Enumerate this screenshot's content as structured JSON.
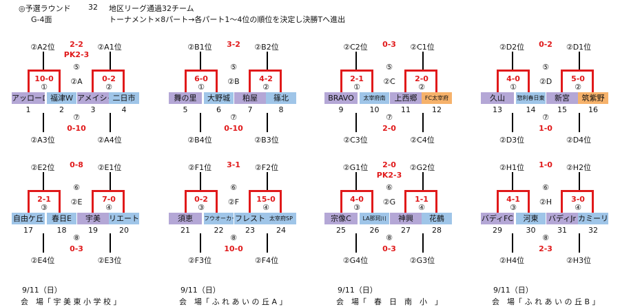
{
  "header": {
    "round_label": "◎予選ラウンド",
    "team_count": "32",
    "league_note": "地区リーグ通過32チーム",
    "court": "G-4面",
    "tournament_note": "トーナメント×8パート→各パート1～4位の順位を決定し決勝Tへ進出"
  },
  "groups": [
    {
      "code": "A",
      "top_left": "②A2位",
      "top_right": "②A1位",
      "bottom_left": "②A3位",
      "bottom_right": "②A4位",
      "score1": "10-0",
      "score2": "0-2",
      "score5": "2-2",
      "score5b": "PK2-3",
      "score7": "0-10",
      "m1": "①",
      "m2": "②",
      "m5": "⑤",
      "m7": "⑦",
      "center": "②A",
      "teams": [
        "アッローロ",
        "福津Ｗ",
        "アメイシャ",
        "二日市"
      ],
      "nums": [
        "1",
        "2",
        "3",
        "4"
      ]
    },
    {
      "code": "B",
      "top_left": "②B1位",
      "top_right": "②B2位",
      "bottom_left": "②B4位",
      "bottom_right": "②B3位",
      "score1": "6-0",
      "score2": "4-2",
      "score5": "3-2",
      "score5b": "",
      "score7": "0-10",
      "m1": "①",
      "m2": "②",
      "m5": "⑤",
      "m7": "⑦",
      "center": "②B",
      "teams": [
        "舞の里",
        "大野城",
        "粕屋",
        "篠北"
      ],
      "nums": [
        "5",
        "6",
        "7",
        "8"
      ]
    },
    {
      "code": "C",
      "top_left": "②C2位",
      "top_right": "②C1位",
      "bottom_left": "②C3位",
      "bottom_right": "②C4位",
      "score1": "2-1",
      "score2": "2-0",
      "score5": "0-3",
      "score5b": "",
      "score7": "2-0",
      "m1": "①",
      "m2": "②",
      "m5": "⑤",
      "m7": "⑦",
      "center": "②C",
      "teams": [
        "BRAVO",
        "太宰府南",
        "上西郷",
        "FC太宰府"
      ],
      "nums": [
        "9",
        "10",
        "11",
        "12"
      ]
    },
    {
      "code": "D",
      "top_left": "②D2位",
      "top_right": "②D1位",
      "bottom_left": "②D3位",
      "bottom_right": "②D4位",
      "score1": "4-0",
      "score2": "5-0",
      "score5": "0-2",
      "score5b": "",
      "score7": "1-0",
      "m1": "①",
      "m2": "②",
      "m5": "⑤",
      "m7": "⑦",
      "center": "②D",
      "teams": [
        "久山",
        "惣利春日東",
        "新宮",
        "筑紫野"
      ],
      "nums": [
        "13",
        "14",
        "15",
        "16"
      ]
    },
    {
      "code": "E",
      "top_left": "②E2位",
      "top_right": "②E1位",
      "bottom_left": "②E4位",
      "bottom_right": "②E3位",
      "score1": "2-1",
      "score2": "7-0",
      "score5": "0-8",
      "score5b": "",
      "score7": "0-3",
      "m1": "③",
      "m2": "④",
      "m5": "⑥",
      "m7": "⑧",
      "center": "②E",
      "teams": [
        "自由ケ丘",
        "春日E",
        "宇美",
        "リエート"
      ],
      "nums": [
        "17",
        "18",
        "19",
        "20"
      ]
    },
    {
      "code": "F",
      "top_left": "②F1位",
      "top_right": "②F2位",
      "bottom_left": "②F3位",
      "bottom_right": "②F4位",
      "score1": "0-2",
      "score2": "15-0",
      "score5": "3-1",
      "score5b": "",
      "score7": "10-0",
      "m1": "③",
      "m2": "④",
      "m5": "⑥",
      "m7": "⑧",
      "center": "②F",
      "teams": [
        "須恵",
        "フウオーカーナ",
        "フレスト",
        "太宰府SP"
      ],
      "nums": [
        "21",
        "22",
        "23",
        "24"
      ]
    },
    {
      "code": "G",
      "top_left": "②G1位",
      "top_right": "②G2位",
      "bottom_left": "②G4位",
      "bottom_right": "②G3位",
      "score1": "4-0",
      "score2": "1-1",
      "score5": "2-0",
      "score5b": "PK2-3",
      "score7": "0-3",
      "m1": "③",
      "m2": "④",
      "m5": "⑥",
      "m7": "⑧",
      "center": "②G",
      "teams": [
        "宗像C",
        "LA那珂川",
        "神興",
        "花鶴"
      ],
      "nums": [
        "25",
        "26",
        "27",
        "28"
      ]
    },
    {
      "code": "H",
      "top_left": "②H1位",
      "top_right": "②H2位",
      "bottom_left": "②H4位",
      "bottom_right": "②H3位",
      "score1": "4-1",
      "score2": "3-0",
      "score5": "1-0",
      "score5b": "",
      "score7": "2-3",
      "m1": "③",
      "m2": "④",
      "m5": "⑥",
      "m7": "⑧",
      "center": "②H",
      "teams": [
        "バディFC",
        "河東",
        "バディJr",
        "カミーリア"
      ],
      "nums": [
        "29",
        "30",
        "31",
        "32"
      ]
    }
  ],
  "footer": [
    {
      "date": "9/11（日）",
      "venue": "会　場「 宇 美 東 小 学 校 」"
    },
    {
      "date": "9/11（日）",
      "venue": "会　場「 ふ れ あ い の 丘 A 」"
    },
    {
      "date": "9/11（日）",
      "venue": "会　場「　春　日　南　小　」"
    },
    {
      "date": "9/11（日）",
      "venue": "会　場「 ふ れ あ い の 丘 B 」"
    }
  ]
}
